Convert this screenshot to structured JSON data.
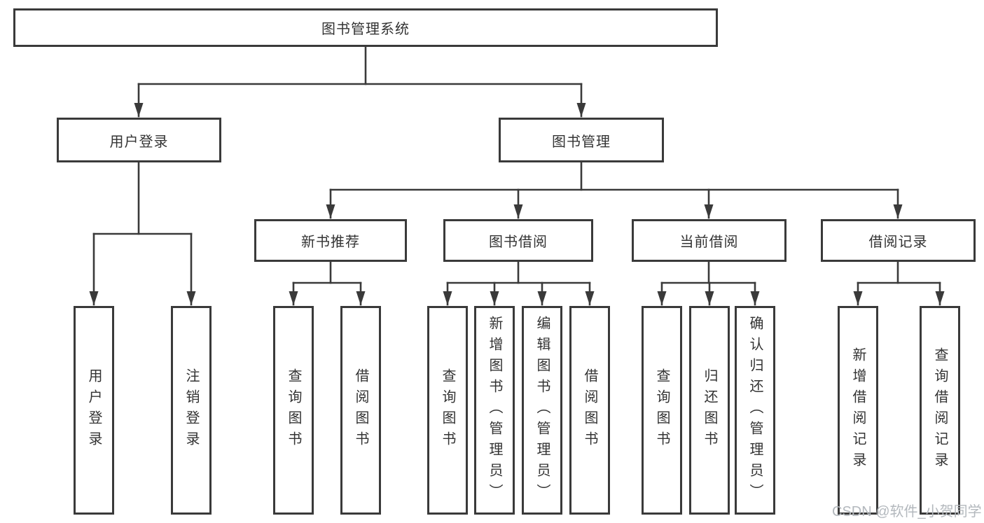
{
  "diagram_title": "图书管理系统",
  "tree": {
    "label": "图书管理系统",
    "children": [
      {
        "label": "用户登录",
        "children": [
          {
            "label": "用户登录"
          },
          {
            "label": "注销登录"
          }
        ]
      },
      {
        "label": "图书管理",
        "children": [
          {
            "label": "新书推荐",
            "children": [
              {
                "label": "查询图书"
              },
              {
                "label": "借阅图书"
              }
            ]
          },
          {
            "label": "图书借阅",
            "children": [
              {
                "label": "查询图书"
              },
              {
                "label": "新增图书（管理员）"
              },
              {
                "label": "编辑图书（管理员）"
              },
              {
                "label": "借阅图书"
              }
            ]
          },
          {
            "label": "当前借阅",
            "children": [
              {
                "label": "查询图书"
              },
              {
                "label": "归还图书"
              },
              {
                "label": "确认归还（管理员）"
              }
            ]
          },
          {
            "label": "借阅记录",
            "children": [
              {
                "label": "新增借阅记录"
              },
              {
                "label": "查询借阅记录"
              }
            ]
          }
        ]
      }
    ]
  },
  "watermark": "CSDN @软件_小贺同学",
  "colors": {
    "line": "#3a3a3a",
    "text": "#333333",
    "box_fill": "#ffffff",
    "background": "#ffffff",
    "watermark": "#b3b8bd"
  }
}
